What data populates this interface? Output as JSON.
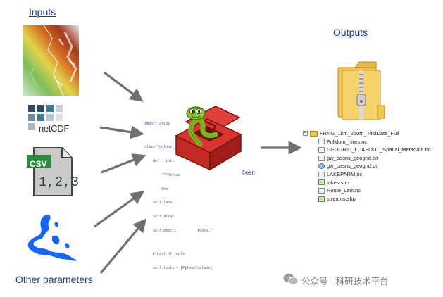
{
  "inputs_heading": "Inputs",
  "outputs_heading": "Outputs",
  "other_parameters": "Other parameters",
  "netcdf_label": "netCDF",
  "csv_badge": "CSV",
  "csv_numbers": "1,2,3",
  "esri_credit": "©esri",
  "code_lines": [
    "import arcpy",
    "",
    "class Toolbox(",
    "    def __init_",
    "        \"\"\"Define",
    "        the",
    "    self.label",
    "    self.alias",
    "    self.descri          tools.\"",
    "",
    "    # List of tools",
    "    self.tools = [PythonToolbox]"
  ],
  "output_tree": {
    "folder": "FRNG_1km_250m_TestData_Full",
    "files": [
      {
        "name": "Fulldom_hires.nc",
        "icon": "file-icon"
      },
      {
        "name": "GEOGRID_LDASOUT_Spatial_Metadata.nc",
        "icon": "file-icon"
      },
      {
        "name": "gw_basns_geogrid.txt",
        "icon": "text-file-icon"
      },
      {
        "name": "gw_basns_geogrid.prj",
        "icon": "globe-icon"
      },
      {
        "name": "LAKEPARM.nc",
        "icon": "file-icon"
      },
      {
        "name": "lakes.shp",
        "icon": "shapefile-icon"
      },
      {
        "name": "Route_Link.nc",
        "icon": "file-icon"
      },
      {
        "name": "streams.shp",
        "icon": "shapefile-icon"
      }
    ]
  },
  "watermark": "公众号 · 科研技术平台",
  "colors": {
    "heading": "#1f3c8a",
    "arrow": "#707070",
    "toolbox_red": "#d2302a",
    "snake_green": "#79b51c"
  }
}
